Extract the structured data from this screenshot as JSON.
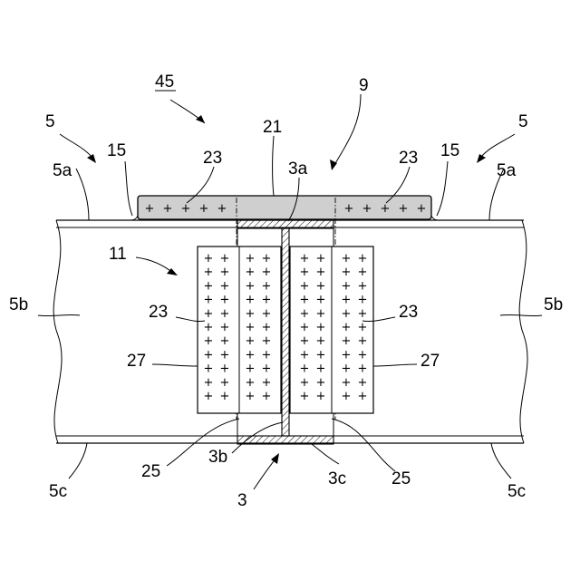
{
  "labels": {
    "l45": "45",
    "l9": "9",
    "l5_left": "5",
    "l5_right": "5",
    "l15_left": "15",
    "l15_right": "15",
    "l21": "21",
    "l23_top_left": "23",
    "l23_top_right": "23",
    "l3a": "3a",
    "l5a_left": "5a",
    "l5a_right": "5a",
    "l11": "11",
    "l5b_left": "5b",
    "l5b_right": "5b",
    "l23_mid_left": "23",
    "l23_mid_right": "23",
    "l27_left": "27",
    "l27_right": "27",
    "l25_left": "25",
    "l25_right": "25",
    "l3b": "3b",
    "l3c": "3c",
    "l3": "3",
    "l5c_left": "5c",
    "l5c_right": "5c"
  },
  "symbols": {
    "plus": "+"
  },
  "colors": {
    "line": "#000000",
    "top_plate_fill": "#cfcfcf",
    "background": "#ffffff"
  }
}
